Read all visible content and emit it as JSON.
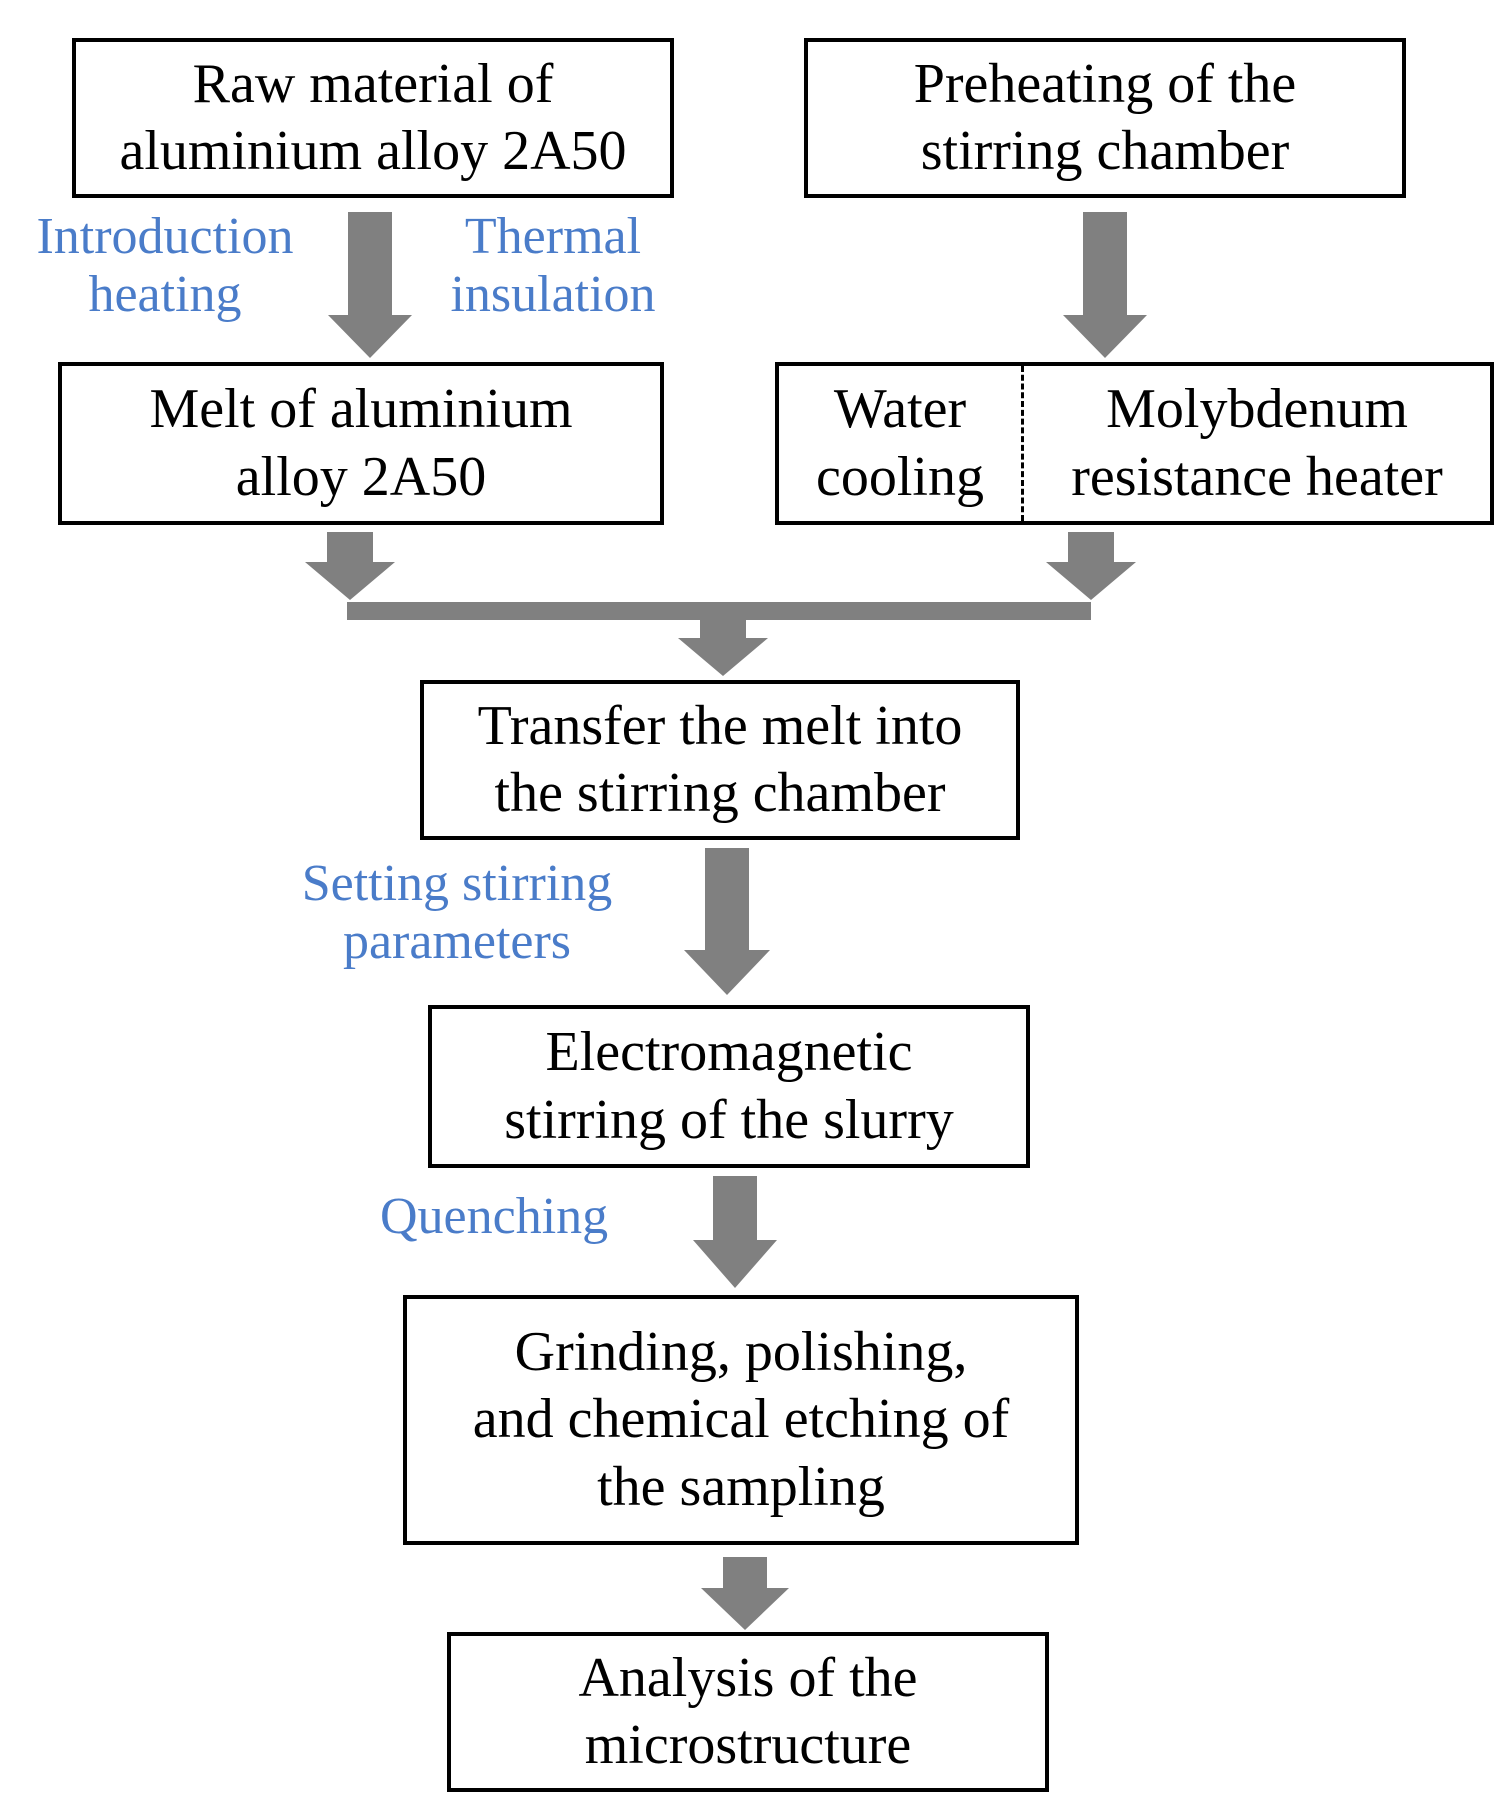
{
  "boxes": {
    "raw_material": "Raw material of\naluminium alloy 2A50",
    "preheating": "Preheating of the\nstirring chamber",
    "melt": "Melt of aluminium\nalloy 2A50",
    "water_cooling": "Water\ncooling",
    "molybdenum_heater": "Molybdenum\nresistance heater",
    "transfer": "Transfer the melt into\nthe stirring chamber",
    "stirring": "Electromagnetic\nstirring of the slurry",
    "grinding": "Grinding, polishing,\nand chemical etching of\nthe sampling",
    "analysis": "Analysis of the\nmicrostructure"
  },
  "annotations": {
    "introduction_heating": "Introduction\nheating",
    "thermal_insulation": "Thermal\ninsulation",
    "setting_parameters": "Setting stirring\nparameters",
    "quenching": "Quenching"
  },
  "colors": {
    "arrow": "#808080",
    "annotation_text": "#4a7cc9",
    "box_border": "#000000"
  }
}
